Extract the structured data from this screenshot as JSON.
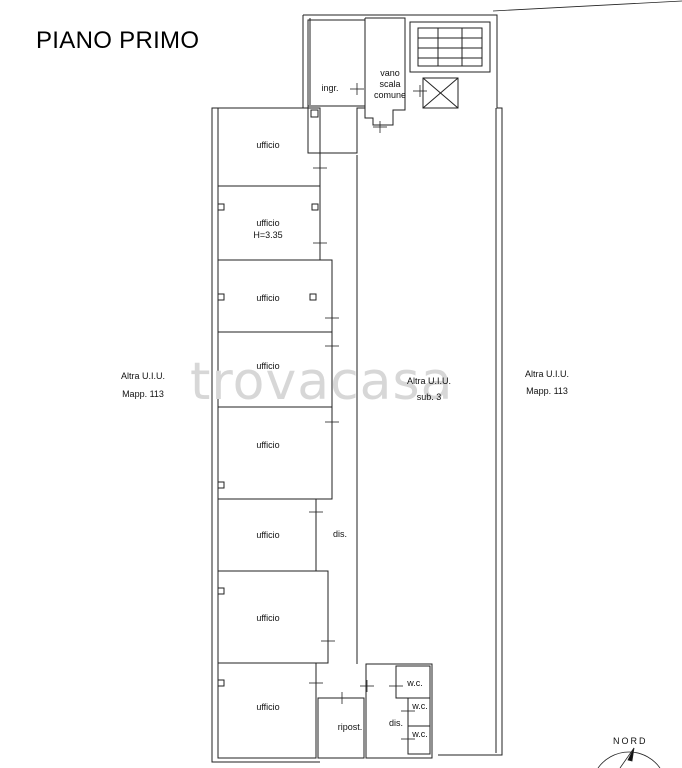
{
  "title": "PIANO PRIMO",
  "watermark": "trovacasa",
  "north_label": "NORD",
  "rooms": {
    "ingr": "ingr.",
    "vano_1": "vano",
    "vano_2": "scala",
    "vano_3": "comune",
    "ufficio_1": "ufficio",
    "ufficio_2a": "ufficio",
    "ufficio_2b": "H=3.35",
    "ufficio_3": "ufficio",
    "ufficio_4": "ufficio",
    "ufficio_5": "ufficio",
    "ufficio_6": "ufficio",
    "ufficio_7": "ufficio",
    "ufficio_8": "ufficio",
    "dis_main": "dis.",
    "ripost": "ripost.",
    "dis_small": "dis.",
    "wc_1": "w.c.",
    "wc_2": "w.c.",
    "wc_3": "w.c."
  },
  "neighbours": {
    "left_1": "Altra U.I.U.",
    "left_2": "Mapp. 113",
    "center_1": "Altra U.I.U.",
    "center_2": "sub. 3",
    "right_1": "Altra U.I.U.",
    "right_2": "Mapp. 113"
  }
}
